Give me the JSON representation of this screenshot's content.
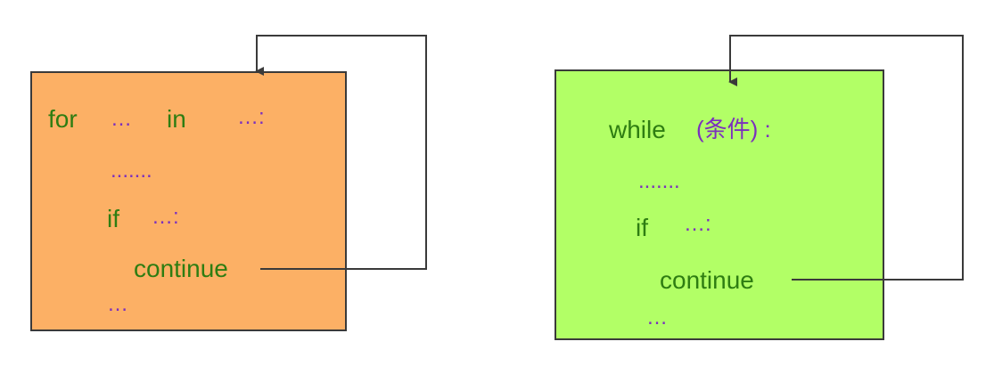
{
  "left": {
    "kw_for": "for",
    "ph_1": "…",
    "kw_in": "in",
    "ph_2": "…:",
    "ph_body": ".......",
    "kw_if": "if",
    "ph_cond": "…:",
    "kw_continue": "continue",
    "ph_end": "…"
  },
  "right": {
    "kw_while": "while",
    "cond": "(条件) :",
    "ph_body": ".......",
    "kw_if": "if",
    "ph_cond": "…:",
    "kw_continue": "continue",
    "ph_end": "…"
  },
  "colors": {
    "for_box_fill": "#fcb065",
    "while_box_fill": "#b2ff66",
    "keyword": "#2e7d12",
    "placeholder": "#7b2fbe",
    "line": "#3a3a3a"
  }
}
